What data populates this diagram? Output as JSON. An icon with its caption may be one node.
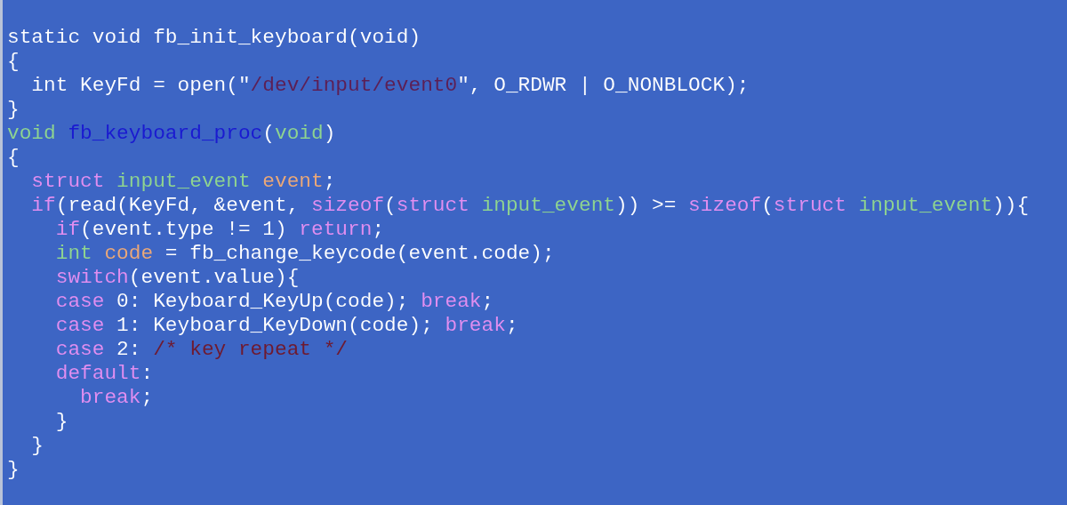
{
  "diagram": {
    "labels": [
      "static void fb_init_keyboard(void)",
      "{",
      "int KeyFd = open(\"/dev/input/event0\", O_RDWR | O_NONBLOCK);",
      "}",
      "void fb_keyboard_proc(void)",
      "{",
      "struct input_event event;",
      "if(read(KeyFd, &event, sizeof(struct input_event)) >= sizeof(struct input_event)){",
      "if(event.type != 1) return;",
      "int code = fb_change_keycode(event.code);",
      "switch(event.value){",
      "case 0: Keyboard_KeyUp(code); break;",
      "case 1: Keyboard_KeyDown(code); break;",
      "case 2: /* key repeat */",
      "default:",
      "break;",
      "}",
      "}",
      "}"
    ]
  }
}
